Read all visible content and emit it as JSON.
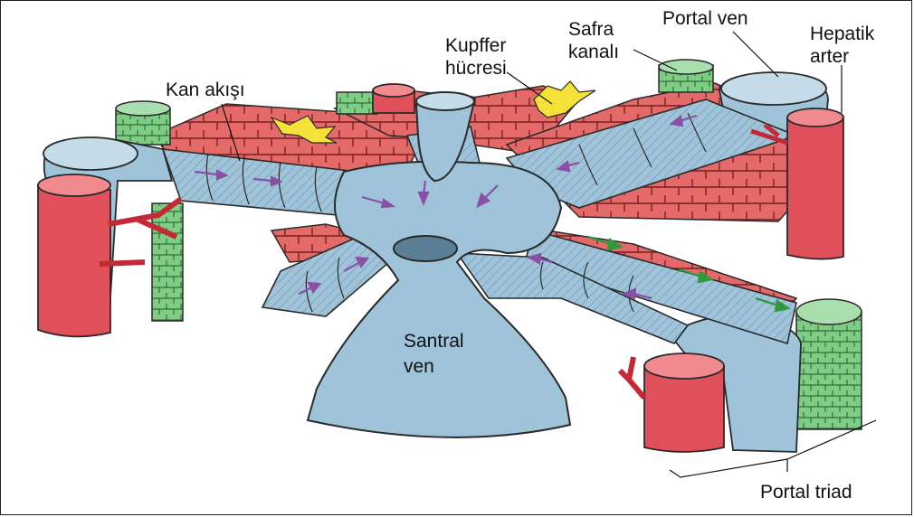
{
  "labels": {
    "blood_flow": "Kan akışı",
    "kupffer_line1": "Kupffer",
    "kupffer_line2": "hücresi",
    "bile_line1": "Safra",
    "bile_line2": "kanalı",
    "portal_vein": "Portal ven",
    "hepatic_line1": "Hepatik",
    "hepatic_line2": "arter",
    "central_line1": "Santral",
    "central_line2": "ven",
    "portal_triad": "Portal triad"
  },
  "colors": {
    "vein_blue": "#9fc3d9",
    "artery_red": "#e0505a",
    "hepatocyte_red": "#e46a6a",
    "bile_green": "#7fcc85",
    "kupffer_yellow": "#f4e23a",
    "flow_arrow_purple": "#8a4fa6",
    "bile_arrow_green": "#2e9a3e",
    "outline": "#2a2a2a"
  }
}
